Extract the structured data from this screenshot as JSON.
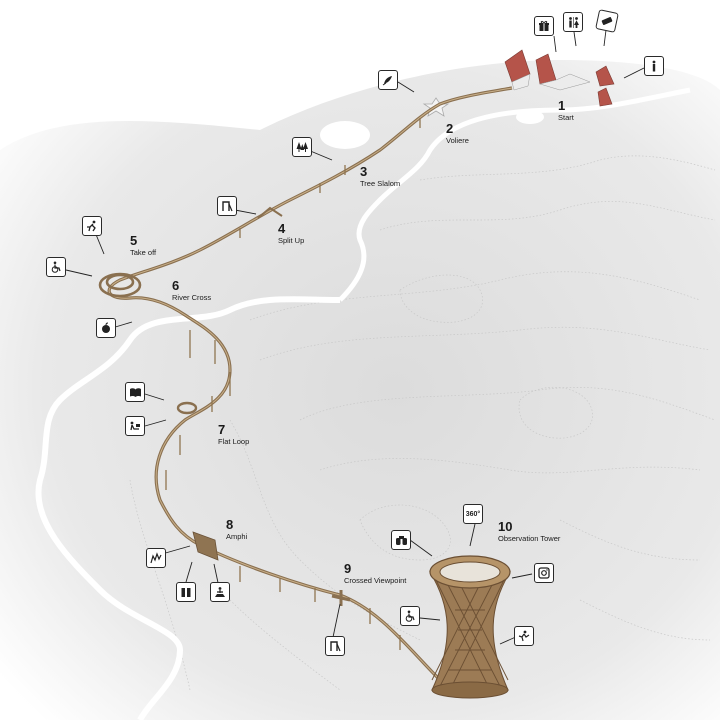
{
  "stops": [
    {
      "number": "1",
      "label": "Start"
    },
    {
      "number": "2",
      "label": "Voliere"
    },
    {
      "number": "3",
      "label": "Tree Slalom"
    },
    {
      "number": "4",
      "label": "Split Up"
    },
    {
      "number": "5",
      "label": "Take off"
    },
    {
      "number": "6",
      "label": "River Cross"
    },
    {
      "number": "7",
      "label": "Flat Loop"
    },
    {
      "number": "8",
      "label": "Amphi"
    },
    {
      "number": "9",
      "label": "Crossed Viewpoint"
    },
    {
      "number": "10",
      "label": "Observation Tower"
    }
  ],
  "tower_badge": "360°",
  "icons": [
    "gift-icon",
    "restroom-icon",
    "ticket-icon",
    "info-person-icon",
    "bird-icon",
    "trees-icon",
    "playground-icon",
    "wheelchair-icon",
    "kid-slide-icon",
    "apple-icon",
    "book-icon",
    "reading-person-icon",
    "climbing-icon",
    "toilets-icon",
    "amphitheater-icon",
    "binoculars-icon",
    "camera-icon",
    "balance-icon"
  ],
  "colors": {
    "river": "#ffffff",
    "walkway": "#8a7050",
    "terrain": "#e2e2e2",
    "pin_border": "#2a2a2a"
  }
}
